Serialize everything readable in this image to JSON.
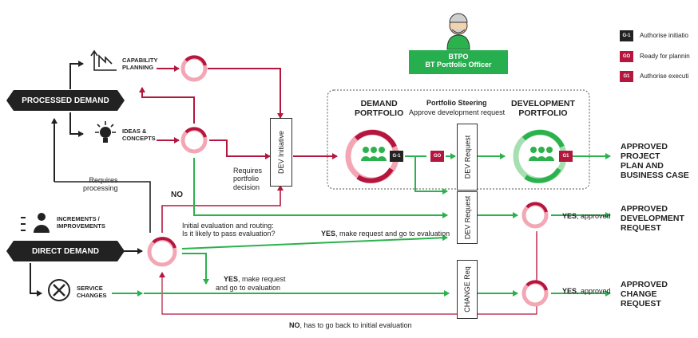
{
  "labels": {
    "processed_demand": "PROCESSED DEMAND",
    "direct_demand": "DIRECT DEMAND",
    "capability_planning": "CAPABILITY\nPLANNING",
    "ideas_concepts": "IDEAS &\nCONCEPTS",
    "increments": "INCREMENTS /\nIMPROVEMENTS",
    "service_changes": "SERVICE\nCHANGES",
    "requires_processing": "Requires\nprocessing",
    "requires_decision": "Requires\nportfolio\ndecision",
    "no": "NO",
    "initial_eval": "Initial evaluation and routing:\nIs it likely to pass evaluation?",
    "yes1_bold": "YES",
    "yes1_rest": ", make request and go to evaluation",
    "yes2_bold": "YES",
    "yes2_rest": ", make request\nand go to evaluation",
    "no_bottom_bold": "NO",
    "no_bottom_rest": ", has to go back to initial evaluation",
    "demand_portfolio": "DEMAND\nPORTFOLIO",
    "portfolio_steering": "Portfolio Steering",
    "approve_dev_request": "Approve development request",
    "development_portfolio": "DEVELOPMENT\nPORTFOLIO",
    "btpo": "BTPO",
    "btpo_full": "BT Portfolio Officer",
    "dev_initiative": "DEV Initiative",
    "dev_request_top": "DEV Request",
    "dev_request_mid": "DEV Request",
    "change_req": "CHANGE Req",
    "yes_approved_1_bold": "YES",
    "yes_approved_1_rest": ", approved",
    "yes_approved_2_bold": "YES",
    "yes_approved_2_rest": ", approved",
    "out_project": "APPROVED\nPROJECT\nPLAN AND\nBUSINESS CASE",
    "out_dev": "APPROVED\nDEVELOPMENT\nREQUEST",
    "out_change": "APPROVED\nCHANGE\nREQUEST"
  },
  "badges": {
    "g1_dash": "G-1",
    "go": "GO",
    "g1": "G1"
  },
  "legend": [
    {
      "badge": "G-1",
      "color": "#222222",
      "text": "Authorise initiatio"
    },
    {
      "badge": "GO",
      "color": "#b5163d",
      "text": "Ready for plannin"
    },
    {
      "badge": "G1",
      "color": "#b5163d",
      "text": "Authorise executi"
    }
  ],
  "colors": {
    "crimson": "#b5163d",
    "green": "#2bb24c",
    "dark": "#222222",
    "pink": "#f3a7b5",
    "light_green": "#a6dfb2"
  }
}
